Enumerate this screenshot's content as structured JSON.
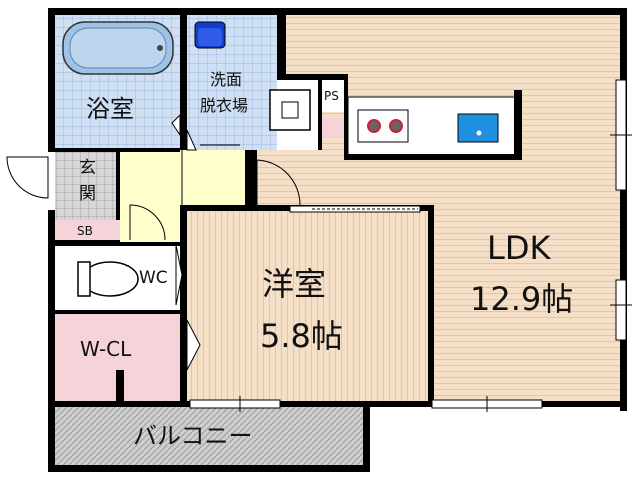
{
  "rooms": {
    "bath": "浴室",
    "washroom_line1": "洗面",
    "washroom_line2": "脱衣場",
    "ps": "PS",
    "entrance_line1": "玄",
    "entrance_line2": "関",
    "shoebox": "SB",
    "wc": "WC",
    "closet": "W-CL",
    "western_name": "洋室",
    "western_size": "5.8帖",
    "ldk_name": "LDK",
    "ldk_size": "12.9帖",
    "balcony": "バルコニー"
  },
  "colors": {
    "wall": "#000000",
    "bath_floor": "#cfe0f4",
    "tile_grid": "#9db7dd",
    "entrance_floor": "#d6d6d6",
    "hall_floor": "#ffffcc",
    "wood_floor": "#f5dfc6",
    "wood_line": "#e6c6a0",
    "closet_floor": "#f6d3d8",
    "balcony_floor": "#cfcfcf",
    "balcony_hatch": "#9a9a9a",
    "bathtub": "#9ec3e6",
    "sink_blue": "#1f8fe0",
    "washer_blue": "#123fc9"
  }
}
